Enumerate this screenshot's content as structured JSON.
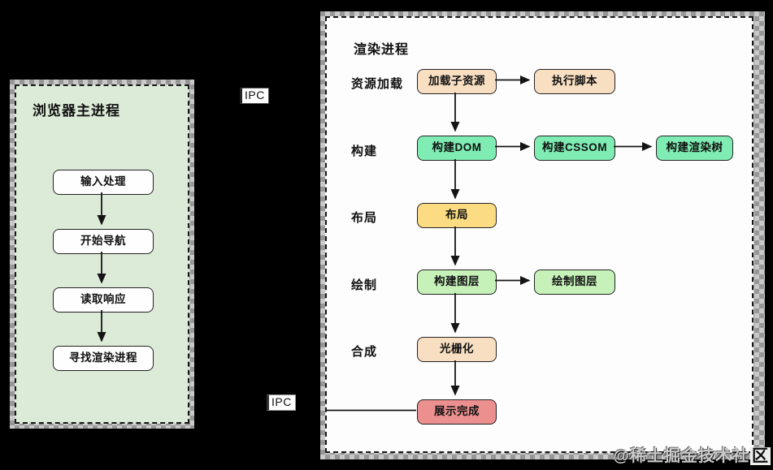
{
  "left_panel": {
    "title": "浏览器主进程",
    "steps": [
      "输入处理",
      "开始导航",
      "读取响应",
      "寻找渲染进程"
    ]
  },
  "ipc": {
    "top": "IPC",
    "bottom": "IPC"
  },
  "right_panel": {
    "title": "渲染进程",
    "stage_labels": [
      "资源加载",
      "构建",
      "布局",
      "绘制",
      "合成"
    ],
    "nodes": {
      "load_subresources": "加载子资源",
      "execute_script": "执行脚本",
      "build_dom": "构建DOM",
      "build_cssom": "构建CSSOM",
      "build_render_tree": "构建渲染树",
      "layout": "布局",
      "build_layers": "构建图层",
      "paint_layers": "绘制图层",
      "rasterize": "光栅化",
      "display_complete": "展示完成"
    }
  },
  "watermark": {
    "text": "@稀土掘金技术社",
    "last": "区"
  },
  "colors": {
    "background": "#000000",
    "left_panel_bg": "#dcead8",
    "right_panel_bg": "#fdfdfd",
    "node_peach": "#f9dfc2",
    "node_mint": "#7fedb3",
    "node_yellow": "#fcdc82",
    "node_light_green": "#c6f2ba",
    "node_salmon": "#ec8f8f",
    "node_white": "#fefefe",
    "border": "#161616"
  }
}
